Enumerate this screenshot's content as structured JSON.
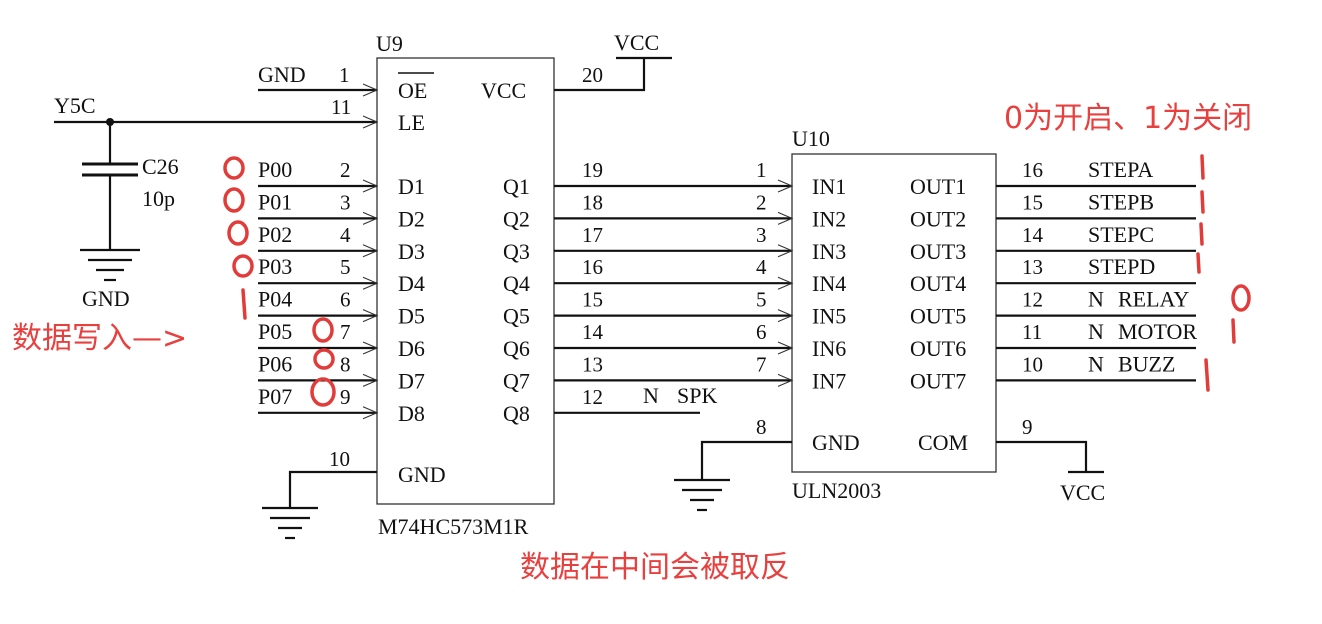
{
  "u9": {
    "ref": "U9",
    "part": "M74HC573M1R",
    "vcc_pin_label": "VCC",
    "vcc_pin": "20",
    "oe_label": "OE",
    "oe_pin": "1",
    "le_label": "LE",
    "le_pin": "11",
    "gnd_label": "GND",
    "gnd_pin": "10",
    "inputs": [
      {
        "net": "P00",
        "pin": "2",
        "label": "D1"
      },
      {
        "net": "P01",
        "pin": "3",
        "label": "D2"
      },
      {
        "net": "P02",
        "pin": "4",
        "label": "D3"
      },
      {
        "net": "P03",
        "pin": "5",
        "label": "D4"
      },
      {
        "net": "P04",
        "pin": "6",
        "label": "D5"
      },
      {
        "net": "P05",
        "pin": "7",
        "label": "D6"
      },
      {
        "net": "P06",
        "pin": "8",
        "label": "D7"
      },
      {
        "net": "P07",
        "pin": "9",
        "label": "D8"
      }
    ],
    "outputs": [
      {
        "label": "Q1",
        "pin": "19"
      },
      {
        "label": "Q2",
        "pin": "18"
      },
      {
        "label": "Q3",
        "pin": "17"
      },
      {
        "label": "Q4",
        "pin": "16"
      },
      {
        "label": "Q5",
        "pin": "15"
      },
      {
        "label": "Q6",
        "pin": "14"
      },
      {
        "label": "Q7",
        "pin": "13"
      },
      {
        "label": "Q8",
        "pin": "12"
      }
    ],
    "q8_net_prefix": "N",
    "q8_net": "SPK"
  },
  "u10": {
    "ref": "U10",
    "part": "ULN2003",
    "inputs": [
      {
        "label": "IN1",
        "pin": "1"
      },
      {
        "label": "IN2",
        "pin": "2"
      },
      {
        "label": "IN3",
        "pin": "3"
      },
      {
        "label": "IN4",
        "pin": "4"
      },
      {
        "label": "IN5",
        "pin": "5"
      },
      {
        "label": "IN6",
        "pin": "6"
      },
      {
        "label": "IN7",
        "pin": "7"
      }
    ],
    "outputs": [
      {
        "label": "OUT1",
        "pin": "16",
        "prefix": "",
        "net": "STEPA"
      },
      {
        "label": "OUT2",
        "pin": "15",
        "prefix": "",
        "net": "STEPB"
      },
      {
        "label": "OUT3",
        "pin": "14",
        "prefix": "",
        "net": "STEPC"
      },
      {
        "label": "OUT4",
        "pin": "13",
        "prefix": "",
        "net": "STEPD"
      },
      {
        "label": "OUT5",
        "pin": "12",
        "prefix": "N",
        "net": "RELAY"
      },
      {
        "label": "OUT6",
        "pin": "11",
        "prefix": "N",
        "net": "MOTOR"
      },
      {
        "label": "OUT7",
        "pin": "10",
        "prefix": "N",
        "net": "BUZZ"
      }
    ],
    "gnd_label": "GND",
    "gnd_pin": "8",
    "com_label": "COM",
    "com_pin": "9"
  },
  "nets": {
    "gnd_oe": "GND",
    "y5c": "Y5C",
    "vcc_top": "VCC",
    "gnd_cap": "GND",
    "vcc_com": "VCC"
  },
  "c26": {
    "ref": "C26",
    "value": "10p"
  },
  "annotations": {
    "top_right": "0为开启、1为关闭",
    "left": "数据写入—>",
    "bottom": "数据在中间会被取反"
  },
  "handwritten_marks": {
    "input_bits": [
      "0",
      "0",
      "0",
      "0",
      "1",
      "0",
      "0",
      "0"
    ],
    "output_bits": [
      "1",
      "1",
      "1",
      "1",
      "0",
      "1",
      "1"
    ]
  },
  "colors": {
    "line": "#111111",
    "annotation": "#e8403f"
  }
}
